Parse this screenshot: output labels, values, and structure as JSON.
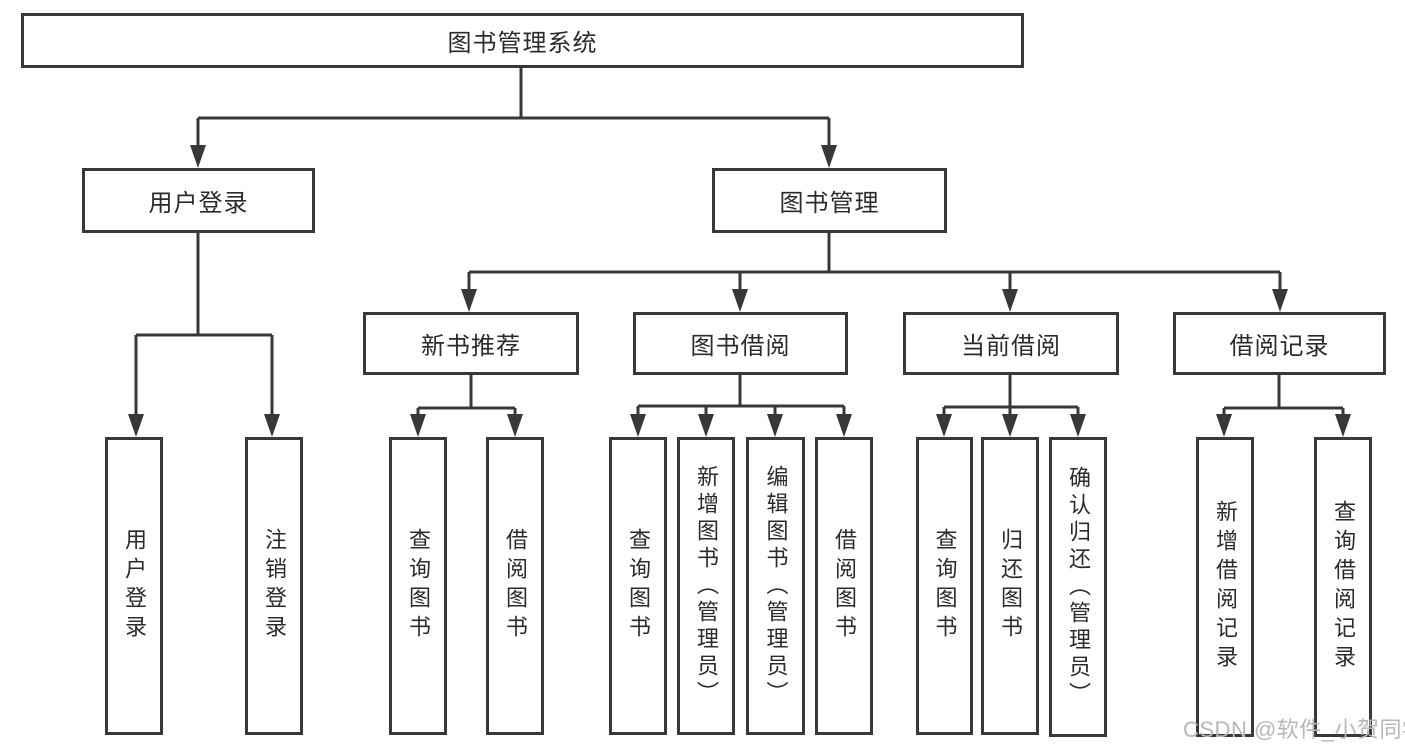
{
  "colors": {
    "line": "#383838",
    "border": "#383838",
    "text": "#2b2b2b",
    "background": "#ffffff",
    "watermark_color": "#b7b7b7"
  },
  "watermark": {
    "text": "CSDN @软件_小贺同学"
  },
  "tree": {
    "root": "图书管理系统",
    "branches": [
      {
        "label": "用户登录",
        "leaves": [
          "用户登录",
          "注销登录"
        ]
      },
      {
        "label": "图书管理",
        "groups": [
          {
            "label": "新书推荐",
            "leaves": [
              "查询图书",
              "借阅图书"
            ]
          },
          {
            "label": "图书借阅",
            "leaves": [
              "查询图书",
              "新增图书（管理员）",
              "编辑图书（管理员）",
              "借阅图书"
            ]
          },
          {
            "label": "当前借阅",
            "leaves": [
              "查询图书",
              "归还图书",
              "确认归还（管理员）"
            ]
          },
          {
            "label": "借阅记录",
            "leaves": [
              "新增借阅记录",
              "查询借阅记录"
            ]
          }
        ]
      }
    ]
  }
}
